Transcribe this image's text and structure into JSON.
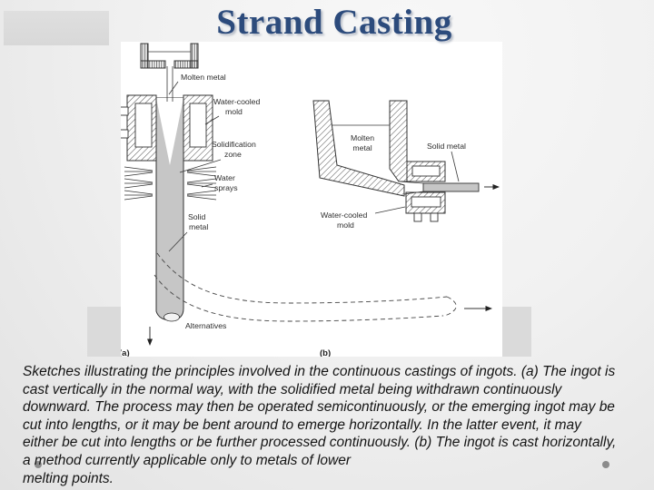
{
  "slide": {
    "title": "Strand Casting",
    "caption_lines": [
      "Sketches illustrating the principles involved in the continuous castings of ingots. (a) The ingot is",
      "cast vertically in the normal way, with the solidified metal being withdrawn continuously",
      "downward. The process may then be operated semicontinuously, or the emerging ingot may be",
      "cut into lengths, or it may be bent around to emerge horizontally. In the latter event, it may",
      "either be cut into lengths or be further processed continuously. (b) The ingot is cast horizontally,",
      "a method currently applicable only to metals of lower",
      "melting points."
    ]
  },
  "figure": {
    "panel_a": {
      "tag": "(a)",
      "labels": {
        "molten_metal": "Molten metal",
        "mold_line1": "Water-cooled",
        "mold_line2": "mold",
        "solidification_line1": "Solidification",
        "solidification_line2": "zone",
        "sprays_line1": "Water",
        "sprays_line2": "sprays",
        "solid_line1": "Solid",
        "solid_line2": "metal",
        "alternatives": "Alternatives"
      }
    },
    "panel_b": {
      "tag": "(b)",
      "labels": {
        "molten_line1": "Molten",
        "molten_line2": "metal",
        "solid_metal": "Solid metal",
        "mold_line1": "Water-cooled",
        "mold_line2": "mold"
      }
    }
  },
  "colors": {
    "title_blue": "#2c4b7c",
    "strand_gray": "#c6c6c6",
    "panel_white": "#ffffff",
    "slide_background": "#ededed",
    "deco_gray": "#dcdcdc",
    "dot_gray": "#8b8b8b",
    "diagram_line": "#333333"
  }
}
